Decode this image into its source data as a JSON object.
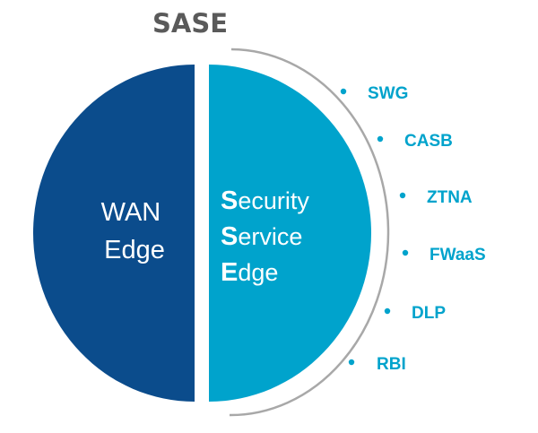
{
  "title": "SASE",
  "colors": {
    "wan_edge": "#0B4C8C",
    "sse": "#00A3CC",
    "arc": "#A8A8A8",
    "title": "#5A5A5A",
    "items": "#00A3CC"
  },
  "wan_edge": {
    "line1": "WAN",
    "line2": "Edge"
  },
  "sse": {
    "lines": [
      {
        "initial": "S",
        "rest": "ecurity"
      },
      {
        "initial": "S",
        "rest": "ervice"
      },
      {
        "initial": "E",
        "rest": "dge"
      }
    ]
  },
  "components": [
    {
      "bullet": "•",
      "label": "SWG"
    },
    {
      "bullet": "•",
      "label": "CASB"
    },
    {
      "bullet": "•",
      "label": "ZTNA"
    },
    {
      "bullet": "•",
      "label": "FWaaS"
    },
    {
      "bullet": "•",
      "label": "DLP"
    },
    {
      "bullet": "•",
      "label": "RBI"
    }
  ]
}
